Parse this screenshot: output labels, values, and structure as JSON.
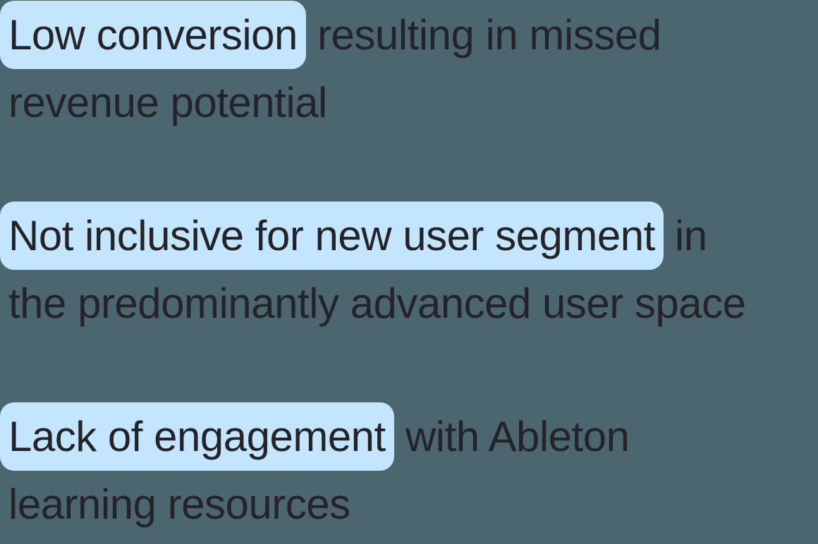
{
  "colors": {
    "background": "#4C6670",
    "highlight": "#C3E5FD",
    "text": "#242428"
  },
  "pain_points": [
    {
      "highlight": "Low conversion",
      "after_highlight": " resulting in missed",
      "line2": "revenue potential",
      "full_text": "Low conversion resulting in missed revenue potential"
    },
    {
      "highlight": "Not inclusive for new user segment",
      "after_highlight": " in",
      "line2": "the predominantly advanced user space",
      "full_text": "Not inclusive for new user segment in the predominantly advanced user space"
    },
    {
      "highlight": "Lack of engagement",
      "after_highlight": " with Ableton",
      "line2": "learning resources",
      "full_text": "Lack of engagement with Ableton learning resources"
    }
  ]
}
